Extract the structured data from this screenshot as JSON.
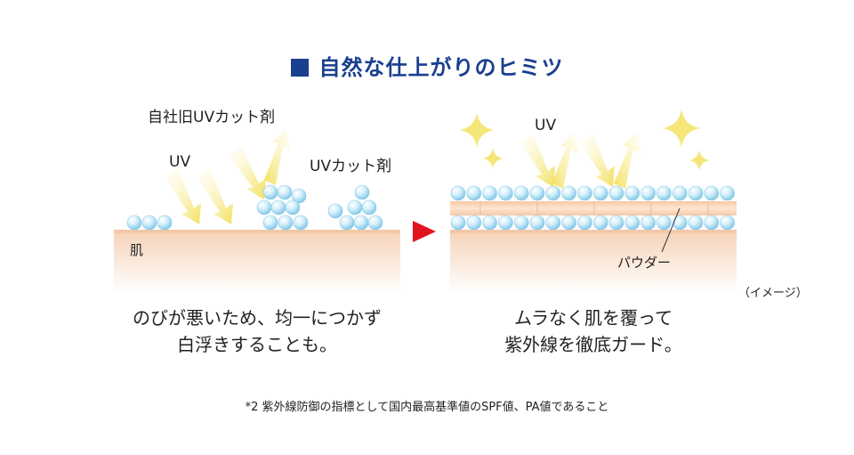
{
  "title": "自然な仕上がりのヒミツ",
  "left_panel": {
    "label_old": "自社旧UVカット剤",
    "label_uv": "UV",
    "label_uvcut": "UVカット剤",
    "label_skin": "肌",
    "caption_line1": "のびが悪いため、均一につかず",
    "caption_line2": "白浮きすることも。"
  },
  "right_panel": {
    "label_uv": "UV",
    "label_powder": "パウダー",
    "label_image": "（イメージ）",
    "caption_line1": "ムラなく肌を覆って",
    "caption_line2": "紫外線を徹底ガード。"
  },
  "footnote": "*2 紫外線防御の指標として国内最高基準値のSPF値、PA値であること",
  "colors": {
    "title_blue": "#1a3f8f",
    "skin": "#f8dcc4",
    "arrow_red": "#e0141c",
    "uv_arrow": "#f5e67a",
    "bead": "#aee0f5"
  }
}
